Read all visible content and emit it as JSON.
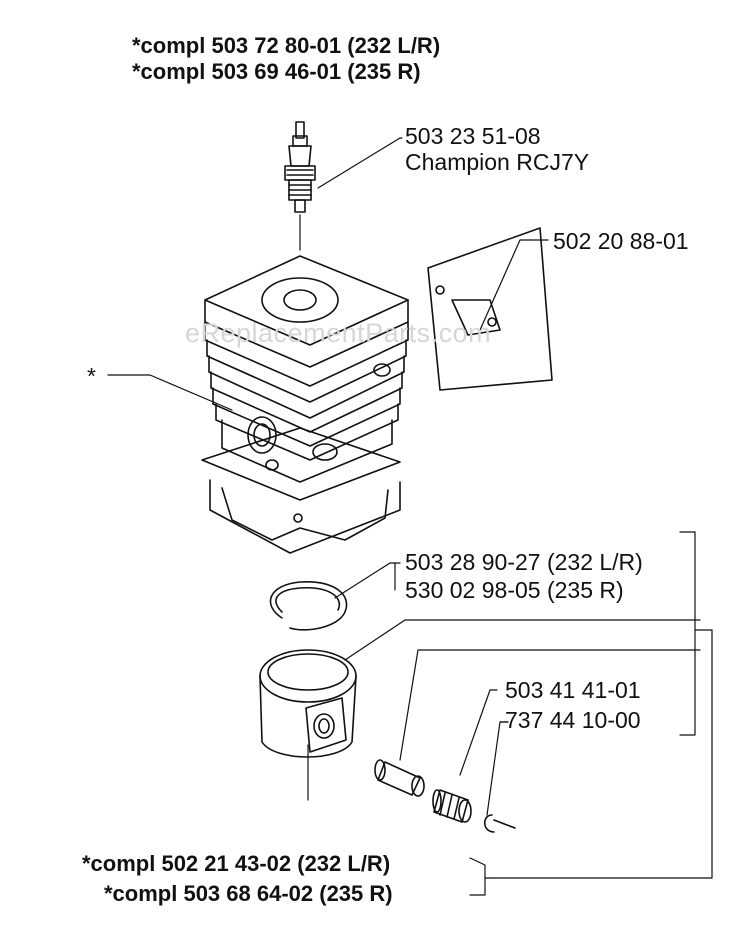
{
  "header": {
    "line1": "*compl 503 72 80-01 (232 L/R)",
    "line2": "*compl 503 69 46-01 (235 R)"
  },
  "watermark": "eReplacementParts.com",
  "callouts": {
    "spark_plug_part": "503 23 51-08",
    "spark_plug_name": "Champion RCJ7Y",
    "gasket": "502 20 88-01",
    "cylinder_asterisk": "*",
    "ring_232": "503 28 90-27 (232 L/R)",
    "ring_235": "530 02 98-05 (235 R)",
    "bearing": "503 41 41-01",
    "circlip": "737 44 10-00"
  },
  "footer": {
    "line1": "*compl 502 21 43-02 (232 L/R)",
    "line2": "*compl 503 68 64-02 (235 R)"
  }
}
